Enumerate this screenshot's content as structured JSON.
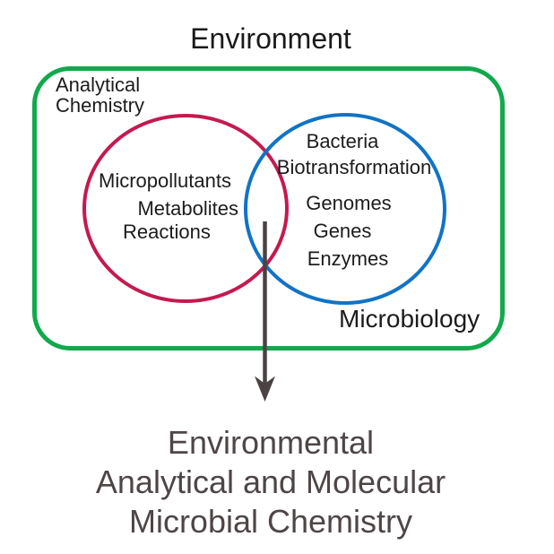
{
  "title": "Environment",
  "colors": {
    "environment_border": "#11a94c",
    "analytical_circle": "#c41a4f",
    "microbiology_circle": "#1173c5",
    "arrow": "#4c4243",
    "label_text": "#1c1c1c",
    "caption_text": "#4e4546"
  },
  "environment_box": {
    "left_label": {
      "line1": "Analytical",
      "line2": "Chemistry"
    },
    "right_label": "Microbiology"
  },
  "venn": {
    "left_circle": {
      "label": "Analytical Chemistry",
      "items": [
        "Micropollutants",
        "Metabolites",
        "Reactions"
      ]
    },
    "right_circle": {
      "label": "Microbiology",
      "items": [
        "Bacteria",
        "Biotransformation",
        "Genomes",
        "Genes",
        "Enzymes"
      ]
    }
  },
  "caption": {
    "lines": [
      "Environmental",
      "Analytical and Molecular",
      "Microbial Chemistry"
    ]
  }
}
